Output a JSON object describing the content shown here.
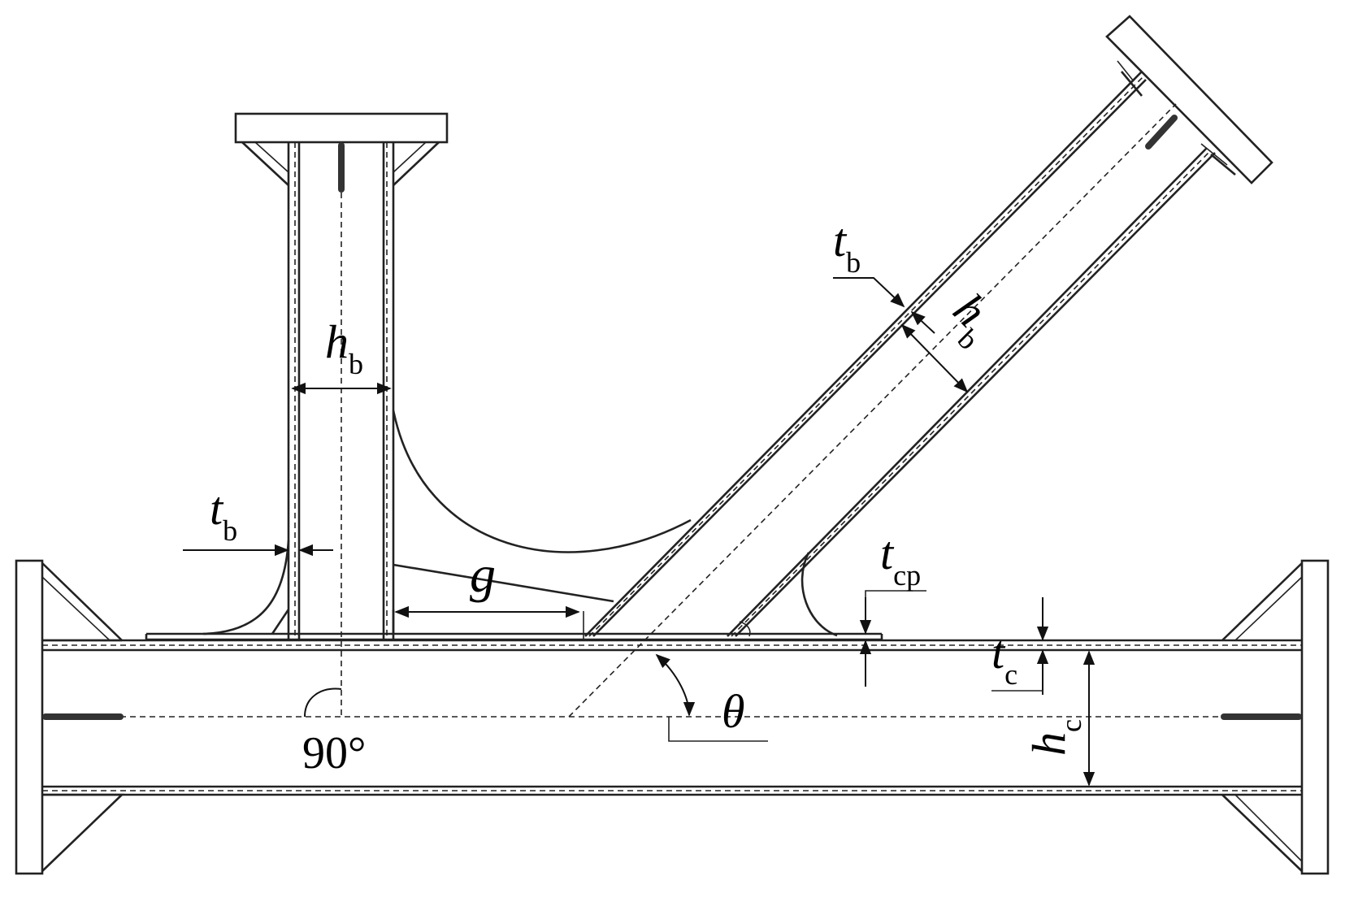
{
  "labels": {
    "tb_left": {
      "main": "t",
      "sub": "b"
    },
    "hb_vert": {
      "main": "h",
      "sub": "b"
    },
    "tb_diag": {
      "main": "t",
      "sub": "b"
    },
    "hb_diag": {
      "main": "h",
      "sub": "b"
    },
    "g": {
      "main": "g"
    },
    "tcp": {
      "main": "t",
      "sub": "cp"
    },
    "tc": {
      "main": "t",
      "sub": "c"
    },
    "hc": {
      "main": "h",
      "sub": "c"
    },
    "theta": {
      "main": "θ"
    },
    "angle_90": {
      "main": "90°"
    }
  },
  "colors": {
    "line": "#222222",
    "background": "#ffffff"
  }
}
